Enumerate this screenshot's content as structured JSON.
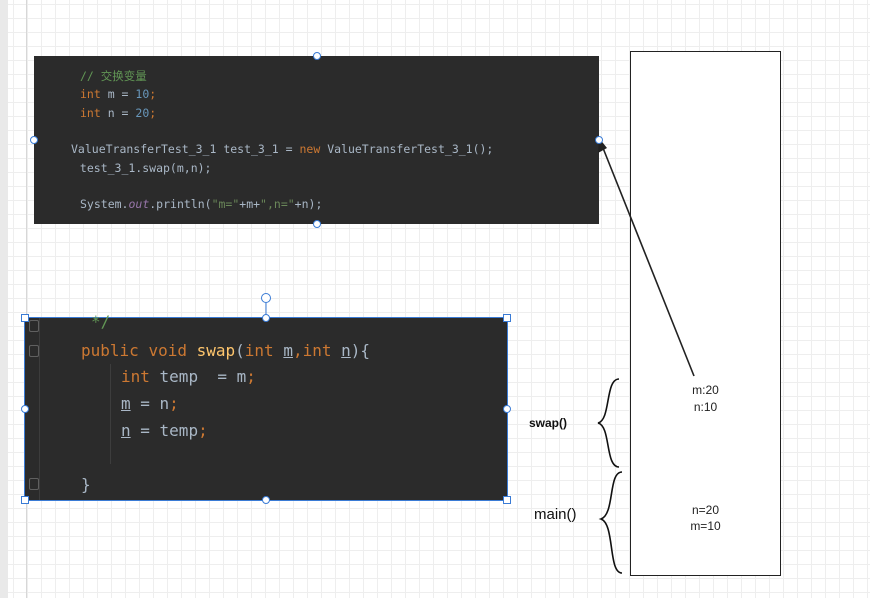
{
  "code_top": {
    "comment": "// 交换变量",
    "line_m": {
      "kw": "int",
      "rest": " m = ",
      "num": "10",
      "end": ";"
    },
    "line_n": {
      "kw": "int",
      "rest": " n = ",
      "num": "20",
      "end": ";"
    },
    "line_new": {
      "a": "ValueTransferTest_3_1 test_3_1 = ",
      "kw": "new",
      "b": " ValueTransferTest_3_1();"
    },
    "line_swap": " test_3_1.swap(m,n);",
    "line_print": {
      "a": "System.",
      "out": "out",
      "b": ".println(",
      "s1": "\"m=\"",
      "c": "+m+",
      "s2": "\",n=\"",
      "d": "+n);"
    }
  },
  "code_bottom": {
    "comment_end": "*/",
    "sig": {
      "kw1": "public",
      "kw2": "void",
      "fn": "swap",
      "p1": "(",
      "kw3": "int",
      "m": "m",
      "comma": ",",
      "kw4": "int",
      "n": "n",
      "close": "){"
    },
    "l1": {
      "kw": "int",
      "rest": " temp  = m",
      "end": ";"
    },
    "l2": {
      "m": "m",
      "rest": " = n",
      "end": ";"
    },
    "l3": {
      "n": "n",
      "rest": " = temp",
      "end": ";"
    },
    "brace": "}"
  },
  "stack": {
    "swap_frame": {
      "m": "m:20",
      "n": "n:10"
    },
    "main_frame": {
      "n": "n=20",
      "m": "m=10"
    }
  },
  "labels": {
    "swap": "swap()",
    "main": "main()"
  }
}
